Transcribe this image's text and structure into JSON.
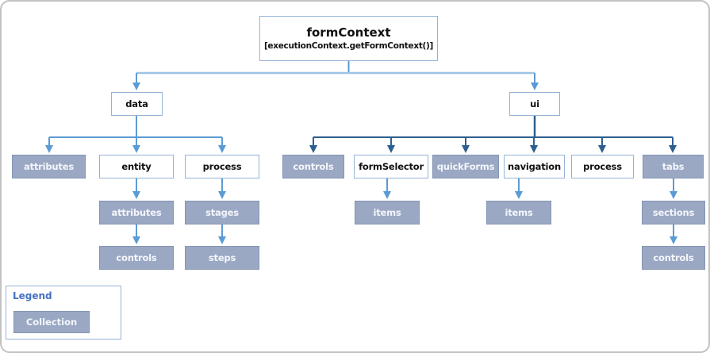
{
  "root": {
    "label": "formContext",
    "sublabel": "[executionContext.getFormContext()]"
  },
  "nodes": {
    "data": {
      "label": "data",
      "type": "object"
    },
    "ui": {
      "label": "ui",
      "type": "object"
    },
    "data_attributes": {
      "label": "attributes",
      "type": "collection"
    },
    "entity": {
      "label": "entity",
      "type": "object"
    },
    "data_process": {
      "label": "process",
      "type": "object"
    },
    "entity_attributes": {
      "label": "attributes",
      "type": "collection"
    },
    "entity_controls": {
      "label": "controls",
      "type": "collection"
    },
    "process_stages": {
      "label": "stages",
      "type": "collection"
    },
    "process_steps": {
      "label": "steps",
      "type": "collection"
    },
    "ui_controls": {
      "label": "controls",
      "type": "collection"
    },
    "form_selector": {
      "label": "formSelector",
      "type": "object"
    },
    "quick_forms": {
      "label": "quickForms",
      "type": "collection"
    },
    "navigation": {
      "label": "navigation",
      "type": "object"
    },
    "ui_process": {
      "label": "process",
      "type": "object"
    },
    "tabs": {
      "label": "tabs",
      "type": "collection"
    },
    "form_selector_items": {
      "label": "items",
      "type": "collection"
    },
    "navigation_items": {
      "label": "items",
      "type": "collection"
    },
    "tabs_sections": {
      "label": "sections",
      "type": "collection"
    },
    "sections_controls": {
      "label": "controls",
      "type": "collection"
    }
  },
  "legend": {
    "title": "Legend",
    "items": [
      {
        "label": "Collection",
        "type": "collection"
      }
    ]
  },
  "colors": {
    "collection_fill": "#9AA8C4",
    "collection_border": "#8495B3",
    "object_border": "#95B3D7",
    "connector_light": "#5B9BD5",
    "connector_light_horizontal": "#9DC3E6",
    "connector_dark": "#2E5F8F",
    "legend_title": "#4472C4",
    "outer_border": "#C2C2C2"
  }
}
